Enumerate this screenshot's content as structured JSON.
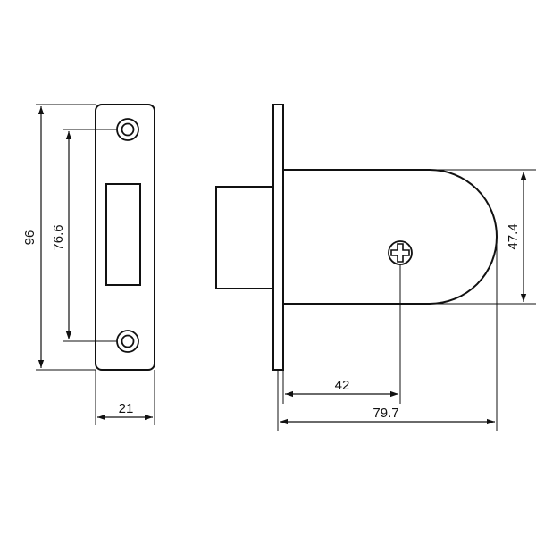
{
  "diagram": {
    "colors": {
      "line": "#111111",
      "background": "#ffffff"
    },
    "dimensions": {
      "faceplate_height": "96",
      "screw_spacing": "76.6",
      "faceplate_width": "21",
      "case_height": "47.4",
      "backset": "42",
      "overall_depth": "79.7"
    }
  }
}
